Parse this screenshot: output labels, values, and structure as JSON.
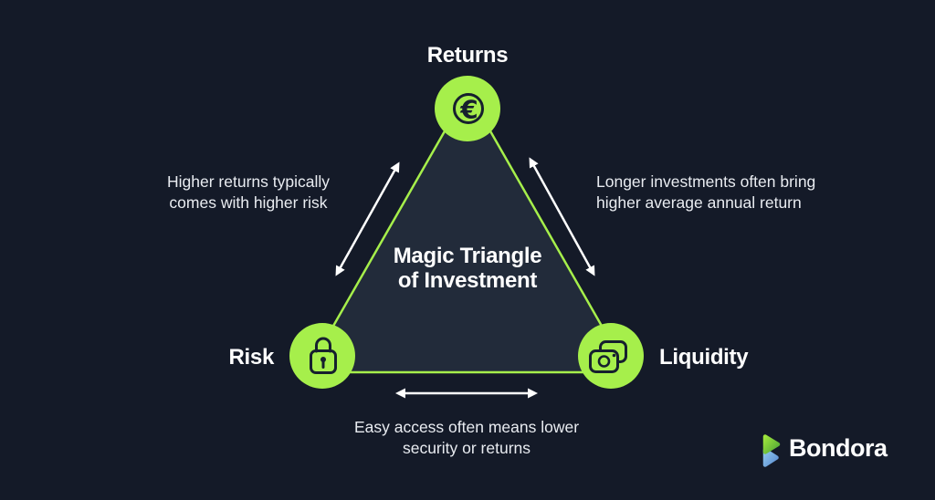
{
  "colors": {
    "background": "#141A28",
    "triangle_fill": "#222B3A",
    "accent_green": "#A6EF4B",
    "icon_dark": "#16202E",
    "text_white": "#FFFFFF",
    "note_text": "#E9ECF1",
    "arrow_white": "#FFFFFF",
    "logo_green_light": "#9FE53C",
    "logo_green_dark": "#4FA637",
    "logo_blue_light": "#8FC6EC",
    "logo_blue_dark": "#5D8FD3"
  },
  "title": {
    "line1": "Magic Triangle",
    "line2": "of Investment"
  },
  "vertices": {
    "returns": {
      "label": "Returns",
      "icon": "euro-coin-icon",
      "glyph": "€"
    },
    "risk": {
      "label": "Risk",
      "icon": "lock-icon"
    },
    "liquidity": {
      "label": "Liquidity",
      "icon": "banknotes-icon"
    }
  },
  "annotations": {
    "risk_returns": {
      "line1": "Higher returns typically",
      "line2": "comes with higher risk"
    },
    "returns_liquidity": {
      "line1": "Longer investments often bring",
      "line2": "higher average annual return"
    },
    "risk_liquidity": {
      "line1": "Easy access often means lower",
      "line2": "security or returns"
    }
  },
  "logo": {
    "wordmark": "Bondora"
  }
}
